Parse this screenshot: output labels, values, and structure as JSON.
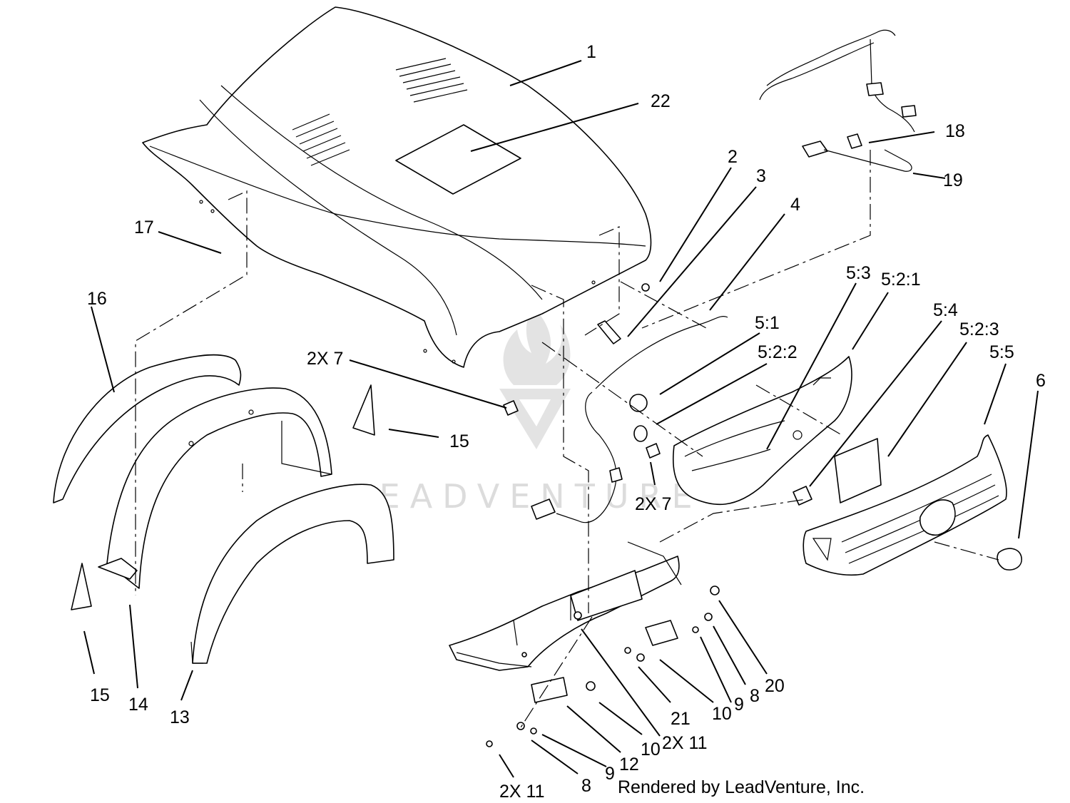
{
  "watermark": {
    "brand": "LEADVENTURE"
  },
  "credit": "Rendered by LeadVenture, Inc.",
  "callouts": {
    "c1": "1",
    "c22": "22",
    "c2": "2",
    "c3": "3",
    "c4": "4",
    "c18": "18",
    "c19": "19",
    "c17": "17",
    "c16": "16",
    "c5_3": "5:3",
    "c5_2_1": "5:2:1",
    "c5_1": "5:1",
    "c5_2_2": "5:2:2",
    "c5_4": "5:4",
    "c5_2_3": "5:2:3",
    "c5_5": "5:5",
    "c6": "6",
    "c2x7_a": "2X 7",
    "c2x7_b": "2X 7",
    "c15_a": "15",
    "c15_b": "15",
    "c14": "14",
    "c13": "13",
    "c21": "21",
    "c10_a": "10",
    "c9_a": "9",
    "c8_a": "8",
    "c20": "20",
    "c2x11_a": "2X 11",
    "c10_b": "10",
    "c12": "12",
    "c9_b": "9",
    "c8_b": "8",
    "c2x11_b": "2X 11"
  }
}
